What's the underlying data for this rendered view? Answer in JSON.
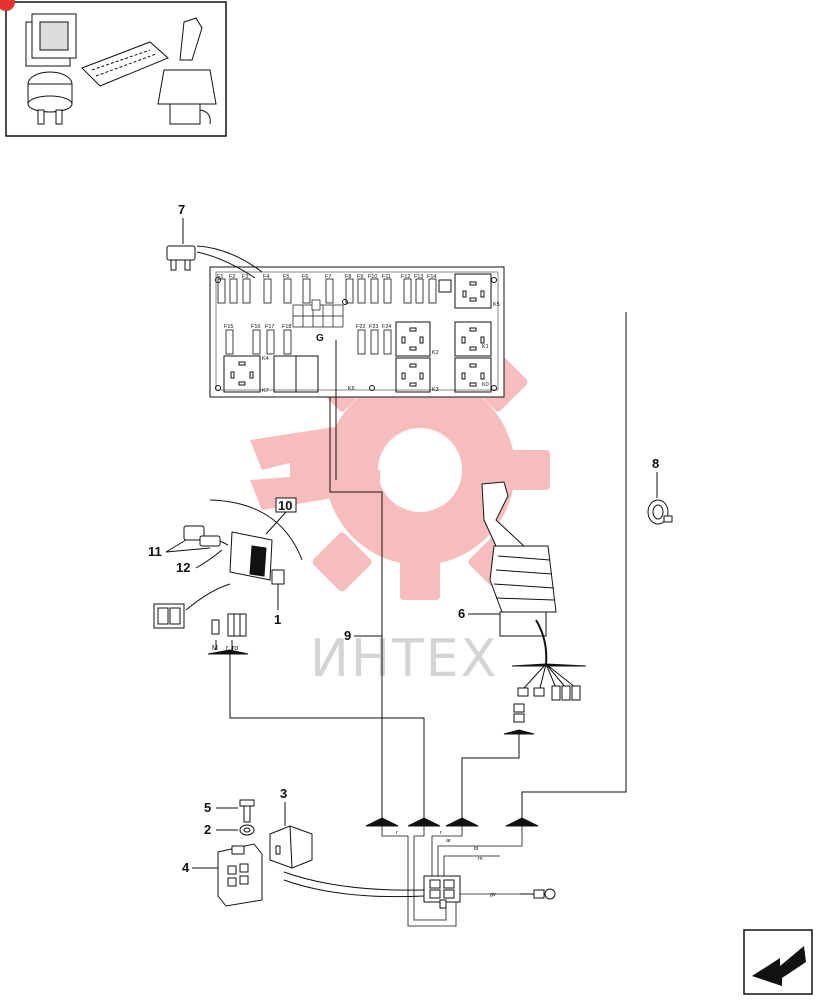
{
  "watermark_text": "ИНТЕХ",
  "callouts": [
    "7",
    "8",
    "10",
    "11",
    "12",
    "1",
    "6",
    "9",
    "3",
    "4",
    "5",
    "2"
  ],
  "relay_labels": [
    "K5",
    "K1",
    "K2",
    "K3",
    "K4",
    "K7",
    "K6",
    "K0"
  ],
  "board_label": "G",
  "fuse_labels_top": [
    "F1",
    "F2",
    "F3",
    "F4",
    "F5",
    "F6",
    "F7",
    "F8",
    "F9",
    "F10",
    "F11",
    "F12",
    "F13",
    "F14"
  ],
  "fuse_labels_mid": [
    "F15",
    "F16",
    "F17",
    "F18",
    "F22",
    "F23",
    "F24"
  ],
  "wire_codes": [
    "M",
    "r",
    "ro",
    "r",
    "r",
    "ar",
    "bl",
    "m",
    "gv"
  ],
  "colors": {
    "line": "#111111",
    "watermark_red": "#f05a5a",
    "watermark_gray": "#d0d0d0",
    "badge": "#e3342f"
  }
}
